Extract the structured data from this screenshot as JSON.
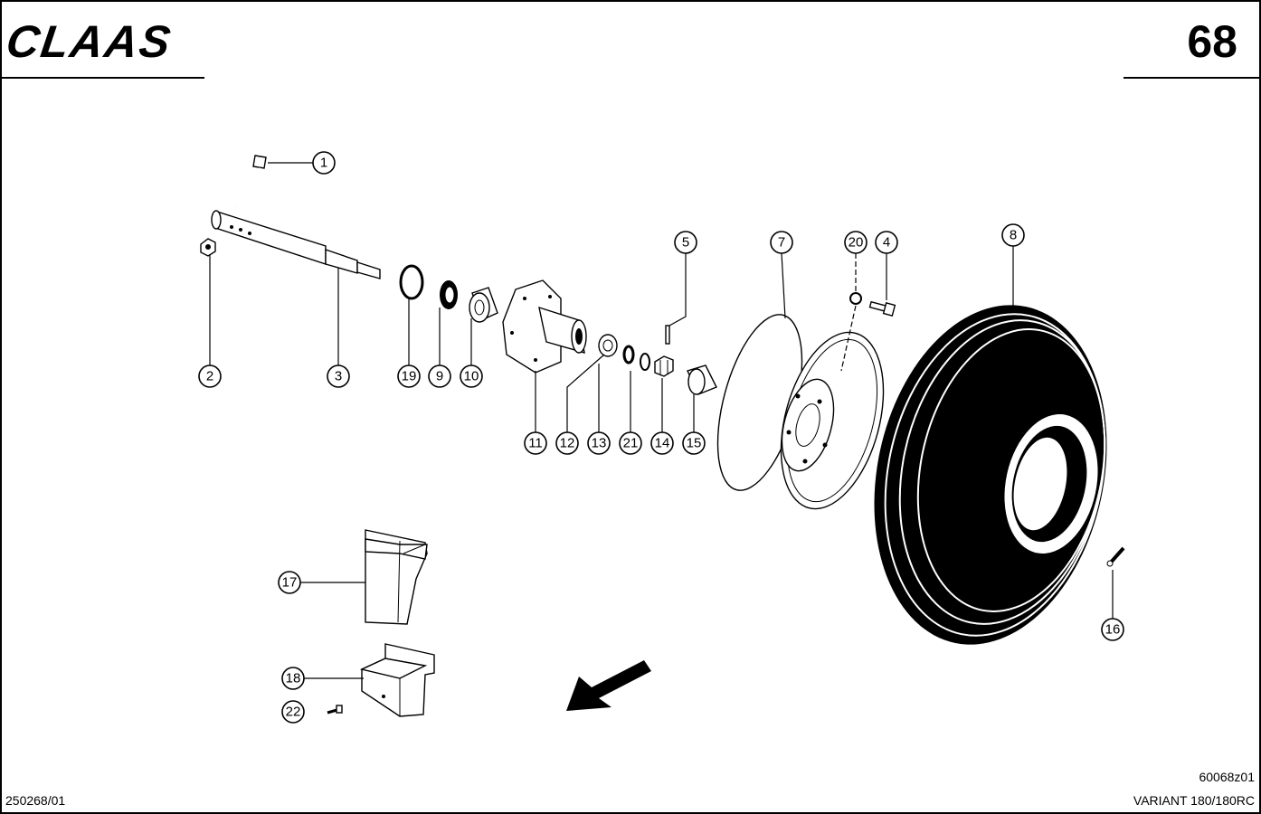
{
  "header": {
    "brand": "CLAAS",
    "page_number": "68"
  },
  "footer": {
    "left_code": "250268/01",
    "drawing_id": "60068z01",
    "model": "VARIANT 180/180RC"
  },
  "callouts": [
    "1",
    "2",
    "3",
    "4",
    "5",
    "7",
    "8",
    "9",
    "10",
    "11",
    "12",
    "13",
    "14",
    "15",
    "16",
    "17",
    "18",
    "19",
    "20",
    "21",
    "22"
  ],
  "colors": {
    "ink": "#000000",
    "paper": "#ffffff"
  },
  "icons": [
    "direction-arrow-icon",
    "claas-logo"
  ]
}
